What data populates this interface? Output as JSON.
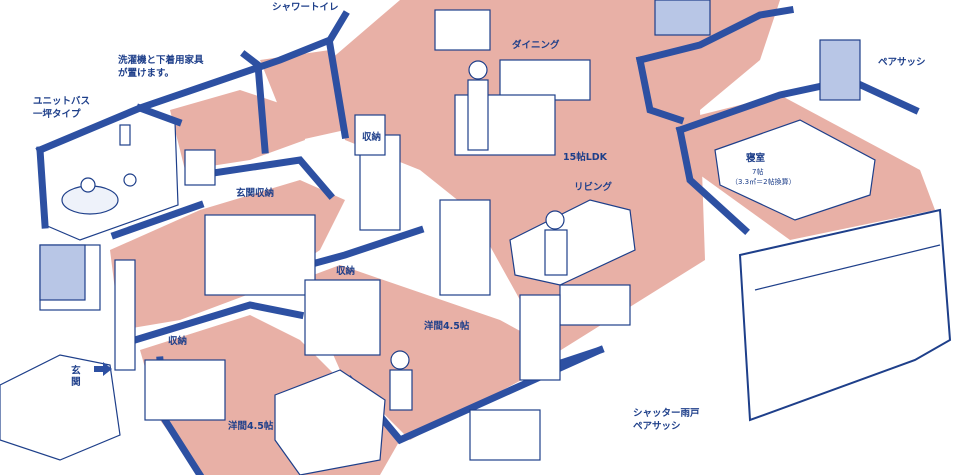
{
  "colors": {
    "wall": "#2d50a2",
    "floor": "#e8b0a6",
    "line": "#1e3f8a",
    "paper": "#ffffff",
    "glass": "#b8c6e6"
  },
  "labels": {
    "shower_toilet": "シャワートイレ",
    "washer_line1": "洗濯機と下着用家具",
    "washer_line2": "が置けます。",
    "unit_bath_line1": "ユニットバス",
    "unit_bath_line2": "一坪タイプ",
    "dining": "ダイニング",
    "storage_top": "収納",
    "entrance_storage": "玄関収納",
    "ldk": "15帖LDK",
    "living": "リビング",
    "bedroom": "寝室",
    "bedroom_size_line1": "7帖",
    "bedroom_size_line2": "（3.3㎡＝2帖換算）",
    "pair_sash_top": "ペアサッシ",
    "storage_mid": "収納",
    "western_room_mid": "洋間4.5帖",
    "storage_left": "収納",
    "entrance": "玄関",
    "western_room_bottom": "洋間4.5帖",
    "shutter_line1": "シャッター雨戸",
    "shutter_line2": "ペアサッシ"
  },
  "icons": {
    "entrance_arrow": "arrow-right-icon"
  }
}
